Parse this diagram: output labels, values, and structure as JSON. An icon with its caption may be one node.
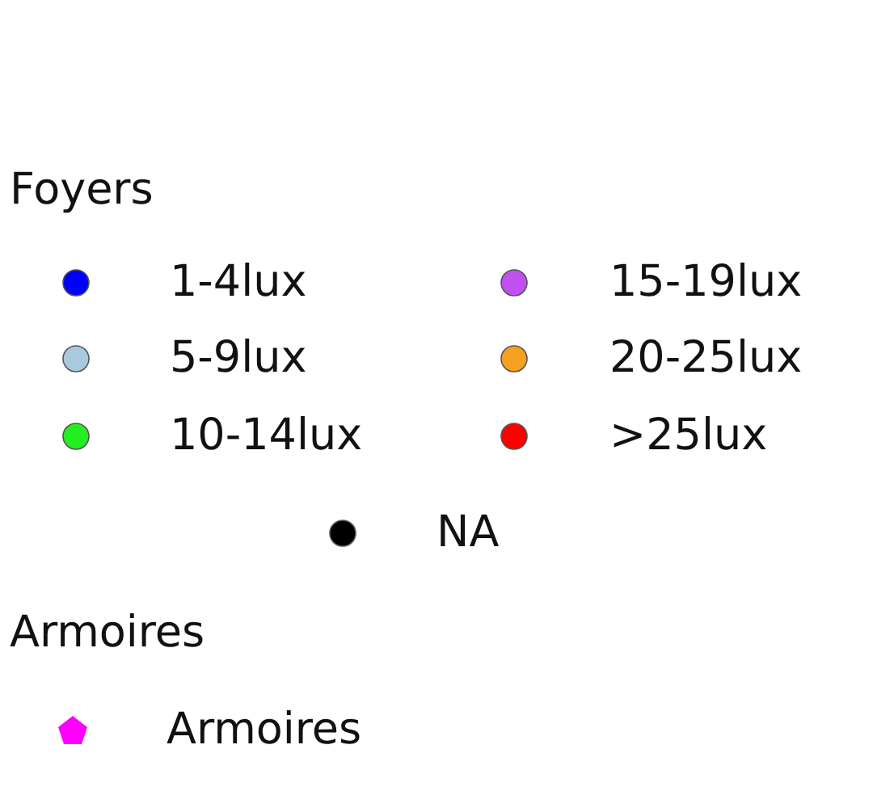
{
  "diagram": {
    "labels": [
      "Foyers",
      "Armoires"
    ],
    "legend": [
      {
        "text": "1-4lux",
        "color": "#0000ff"
      },
      {
        "text": "5-9lux",
        "color": "#a9c9dd"
      },
      {
        "text": "10-14lux",
        "color": "#22ee22"
      },
      {
        "text": "15-19lux",
        "color": "#c050f0"
      },
      {
        "text": "20-25lux",
        "color": "#f5a020"
      },
      {
        "text": ">25lux",
        "color": "#ff0000"
      },
      {
        "text": "NA",
        "color": "#000000"
      },
      {
        "text": "Armoires"
      }
    ]
  }
}
